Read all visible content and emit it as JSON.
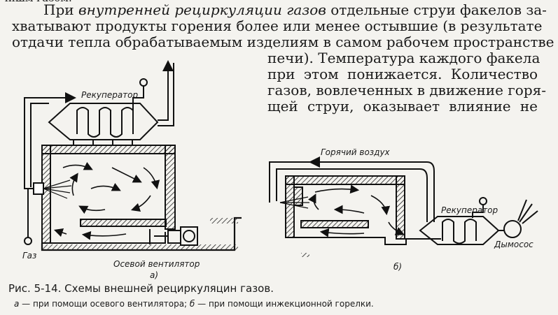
{
  "header_fragment": "чишм газом.",
  "para": {
    "l1_pre": "При ",
    "l1_em": "внутренней рециркуляции газов",
    "l1_post": " отдельные струи факелов за-",
    "l2": "хватывают продукты горения более или менее остывшие (в результате",
    "l3": "отдачи тепла обрабатываемым изделиям в самом рабочем пространстве",
    "l4": "печи). Температура каждого факела",
    "l5": "при этом понижается. Количество",
    "l6": "газов, вовлеченных в движение горя-",
    "l7": "щей струи, оказывает влияние не"
  },
  "figure": {
    "a": {
      "recuperator": "Рекуператор",
      "gas": "Газ",
      "fan": "Осевой вентилятор",
      "letter": "а)"
    },
    "b": {
      "hot_air": "Горячий воздух",
      "recuperator": "Рекуператор",
      "smoke_exhauster": "Дымосос",
      "letter": "б)"
    }
  },
  "caption": {
    "title": "Рис. 5-14. Схемы внешней рециркуляцин газов.",
    "a_mark": "а",
    "a_text": " — при помощи осевого вентилятора; ",
    "b_mark": "б",
    "b_text": " — при помощи инжекционной горелки."
  }
}
